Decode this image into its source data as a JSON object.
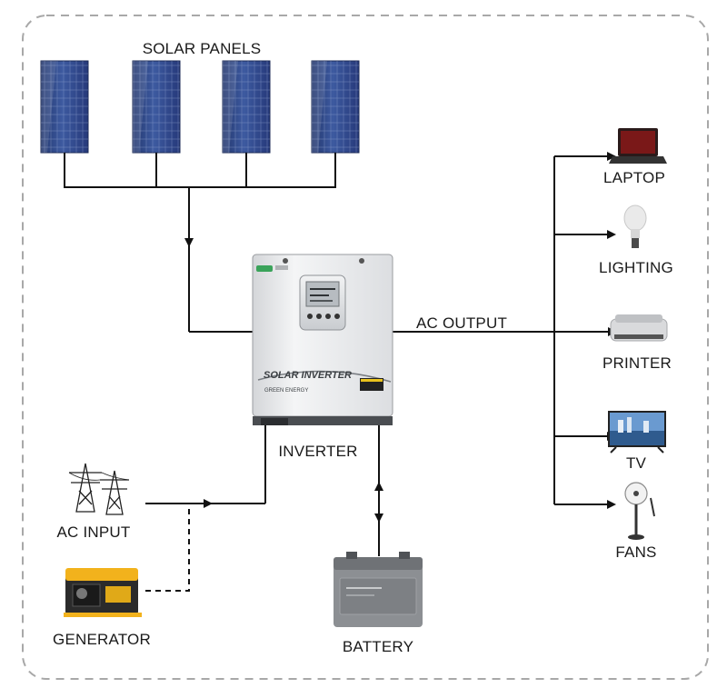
{
  "labels": {
    "solar_panels": "SOLAR PANELS",
    "inverter": "INVERTER",
    "ac_output": "AC OUTPUT",
    "ac_input": "AC INPUT",
    "generator": "GENERATOR",
    "battery": "BATTERY"
  },
  "loads": [
    "LAPTOP",
    "LIGHTING",
    "PRINTER",
    "TV",
    "FANS"
  ],
  "inverter_device": {
    "front_title": "SOLAR INVERTER",
    "front_subtitle": "GREEN ENERGY"
  },
  "colors": {
    "frame_dash": "#a8a8a8",
    "line": "#111111",
    "panel_blue": "#2f4a8c",
    "inverter_body": "#e7e8ea",
    "generator_yellow": "#f2b21c",
    "battery_gray": "#8c8f93"
  }
}
